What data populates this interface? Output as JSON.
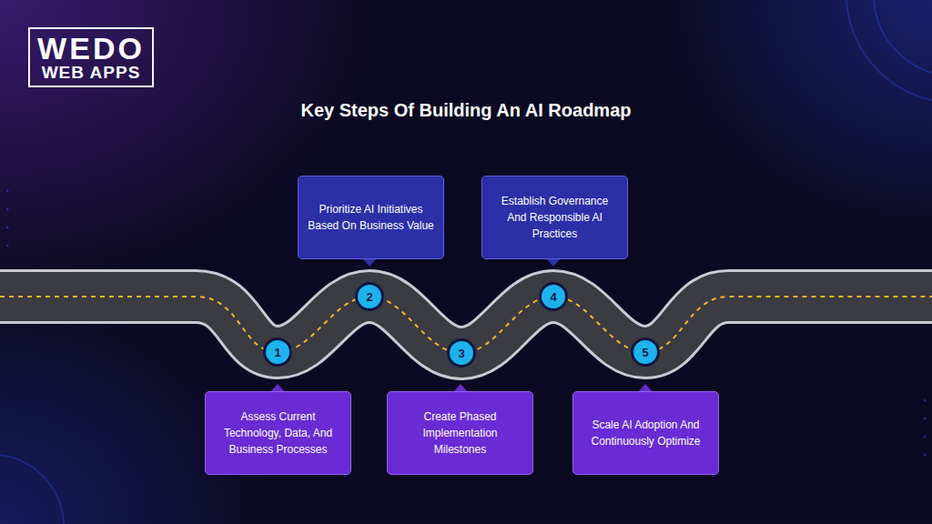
{
  "diagram": {
    "title": "Key Steps Of Building An AI Roadmap",
    "nodes": [
      {
        "text": [
          "WEDO",
          "WEB APPS"
        ]
      },
      {
        "text": [
          "1"
        ]
      },
      {
        "text": [
          "Assess Current Technology, Data, And Business Processes"
        ]
      },
      {
        "text": [
          "2"
        ]
      },
      {
        "text": [
          "Prioritize AI Initiatives Based On Business Value"
        ]
      },
      {
        "text": [
          "3"
        ]
      },
      {
        "text": [
          "Create Phased Implementation Milestones"
        ]
      },
      {
        "text": [
          "4"
        ]
      },
      {
        "text": [
          "Establish Governance And Responsible AI Practices"
        ]
      },
      {
        "text": [
          "5"
        ]
      },
      {
        "text": [
          "Scale AI Adoption And Continuously Optimize"
        ]
      }
    ]
  }
}
